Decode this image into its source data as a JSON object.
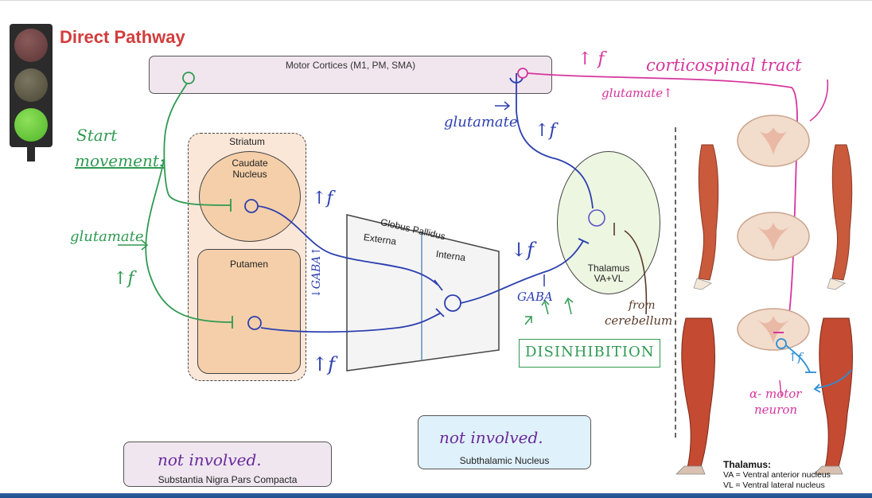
{
  "title": "Direct Pathway",
  "motor_cortices": "Motor Cortices (M1, PM, SMA)",
  "striatum": "Striatum",
  "caudate": "Caudate Nucleus",
  "putamen": "Putamen",
  "globus_pallidus": "Globus Pallidus",
  "externa": "Externa",
  "interna": "Interna",
  "thalamus": "Thalamus VA+VL",
  "substantia_nigra": "Substantia Nigra Pars Compacta",
  "subthalamic": "Subthalamic Nucleus",
  "handwritten": {
    "start_movement_1": "Start",
    "start_movement_2": "movement:",
    "glutamate_left": "glutamate",
    "up_f_left": "↑f",
    "glutamate_top": "glutamate",
    "up_f_top": "↑f",
    "up_f_top_right": "↑ f",
    "corticospinal": "corticospinal tract",
    "glutamate_tract": "glutamate↑",
    "up_f_caudate": "↑f",
    "gaba_vertical": "↓GABA↑",
    "up_f_putamen": "↑f",
    "down_f_thal": "↓f",
    "gaba_disinh": "GABA",
    "disinhibition": "DISINHIBITION",
    "from_cerebellum_1": "from",
    "from_cerebellum_2": "cerebellum",
    "not_involved_snc": "not involved.",
    "not_involved_stn": "not involved.",
    "alpha_motor_1": "α- motor",
    "alpha_motor_2": "neuron",
    "up_f_motor": "↑f"
  },
  "legend": {
    "title": "Thalamus:",
    "va": "VA = Ventral anterior nucleus",
    "vl": "VL = Ventral lateral nucleus"
  },
  "colors": {
    "title_red": "#d23c3c",
    "green_pathway": "#2f9a52",
    "blue_pathway": "#2c3fb0",
    "magenta_tract": "#d6359c",
    "light_blue": "#2a8fd8"
  }
}
